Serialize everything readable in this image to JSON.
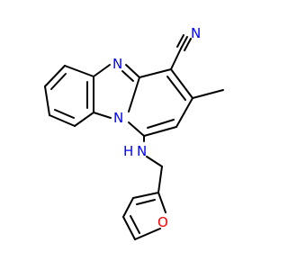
{
  "molecule": {
    "colors": {
      "bond": "#000000",
      "nitrogen": "#0000ff",
      "oxygen": "#ff0000",
      "background": "#ffffff"
    },
    "atoms": {
      "n_nitrile": "N",
      "n_ring_imine": "N",
      "n_ring_bridge": "N",
      "n_amine": "N",
      "h_amine": "H",
      "o_furan": "O"
    }
  }
}
